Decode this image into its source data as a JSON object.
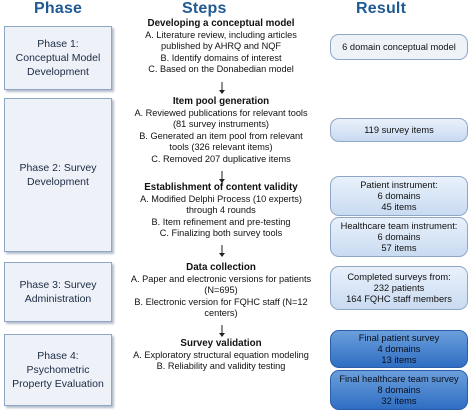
{
  "headers": {
    "phase": "Phase",
    "steps": "Steps",
    "result": "Result"
  },
  "phases": [
    {
      "label": "Phase 1:\nConceptual Model\nDevelopment"
    },
    {
      "label": "Phase 2: Survey\nDevelopment"
    },
    {
      "label": "Phase 3: Survey\nAdministration"
    },
    {
      "label": "Phase 4:\nPsychometric\nProperty Evaluation"
    }
  ],
  "steps": [
    {
      "title": "Developing a conceptual model",
      "lines": [
        "A. Literature review, including articles",
        "published by AHRQ and NQF",
        "B. Identify domains of interest",
        "C. Based on the Donabedian model"
      ]
    },
    {
      "title": "Item pool generation",
      "lines": [
        "A. Reviewed publications for relevant tools",
        "(81 survey instruments)",
        "B. Generated an item pool from relevant",
        "tools (326 relevant items)",
        "C. Removed 207 duplicative items"
      ]
    },
    {
      "title": "Establishment of content validity",
      "lines": [
        "A. Modified Delphi Process (10 experts)",
        "through 4 rounds",
        "B. Item refinement and pre-testing",
        "C. Finalizing both survey tools"
      ]
    },
    {
      "title": "Data collection",
      "lines": [
        "A. Paper and electronic versions for patients",
        "(N=695)",
        "B. Electronic version for FQHC staff (N=12",
        "centers)"
      ]
    },
    {
      "title": "Survey validation",
      "lines": [
        "A. Exploratory structural equation modeling",
        "B. Reliability and validity testing"
      ]
    }
  ],
  "results": [
    {
      "lines": [
        "6 domain conceptual model"
      ]
    },
    {
      "lines": [
        "119 survey items"
      ]
    },
    {
      "lines": [
        "Patient instrument:",
        "6 domains",
        "45 items"
      ]
    },
    {
      "lines": [
        "Healthcare team instrument:",
        "6 domains",
        "57 items"
      ]
    },
    {
      "lines": [
        "Completed surveys from:",
        "232 patients",
        "164 FQHC staff members"
      ]
    },
    {
      "lines": [
        "Final patient survey",
        "4 domains",
        "13 items"
      ]
    },
    {
      "lines": [
        "Final healthcare team survey",
        "8 domains",
        "32 items"
      ]
    }
  ],
  "colors": {
    "header": "#1f5a94",
    "phase_fill": "#eef2f8",
    "result_fill": "#c9dbf1",
    "final_result_fill": "#2f6ec3"
  }
}
